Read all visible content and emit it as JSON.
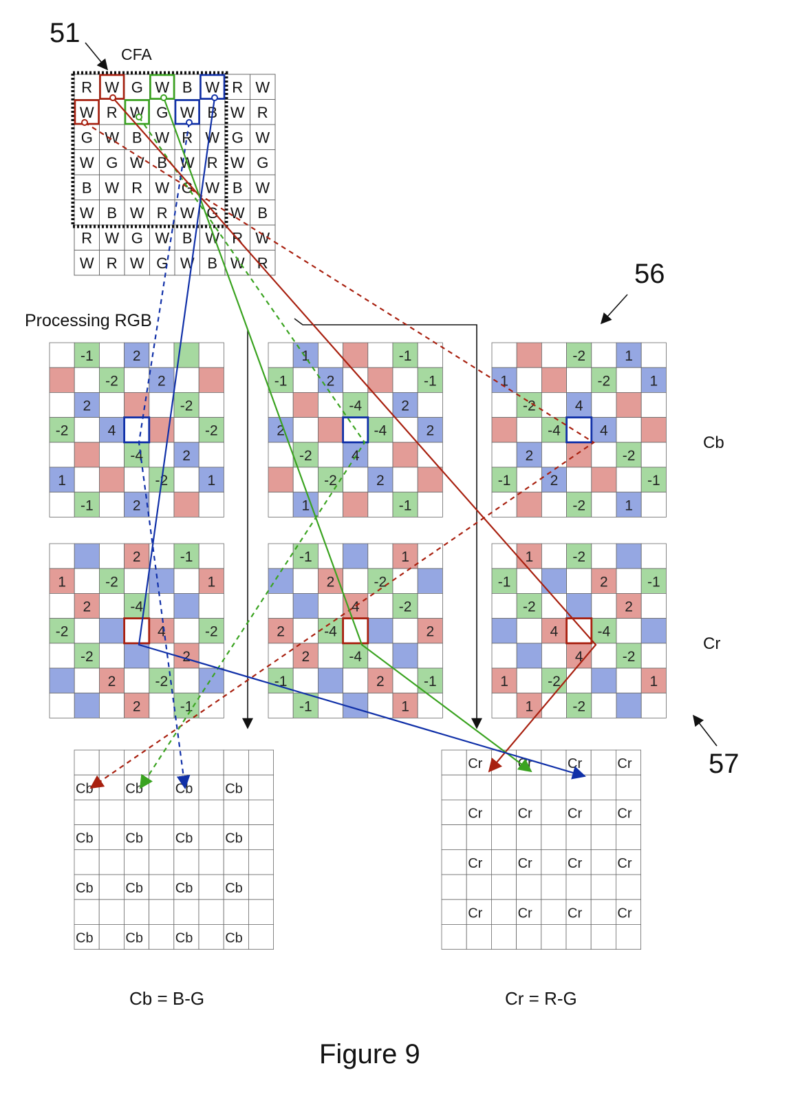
{
  "labels": {
    "ref_cfa": "51",
    "cfa_title": "CFA",
    "processing_title": "Processing RGB",
    "ref_matrices": "56",
    "ref_cr_matrices": "57",
    "row_label_cb": "Cb",
    "row_label_cr": "Cr",
    "cb_formula": "Cb = B-G",
    "cr_formula": "Cr = R-G",
    "figure_caption": "Figure 9"
  },
  "colors": {
    "red_fill": "#e39c97",
    "green_fill": "#a6d9a0",
    "blue_fill": "#95a7e2",
    "red_line": "#a8200f",
    "green_line": "#3aa320",
    "blue_line": "#1030a8",
    "grid_line": "#666666"
  },
  "cfa": {
    "rows": [
      [
        "R",
        "W",
        "G",
        "W",
        "B",
        "W",
        "R",
        "W"
      ],
      [
        "W",
        "R",
        "W",
        "G",
        "W",
        "B",
        "W",
        "R"
      ],
      [
        "G",
        "W",
        "B",
        "W",
        "R",
        "W",
        "G",
        "W"
      ],
      [
        "W",
        "G",
        "W",
        "B",
        "W",
        "R",
        "W",
        "G"
      ],
      [
        "B",
        "W",
        "R",
        "W",
        "G",
        "W",
        "B",
        "W"
      ],
      [
        "W",
        "B",
        "W",
        "R",
        "W",
        "G",
        "W",
        "B"
      ],
      [
        "R",
        "W",
        "G",
        "W",
        "B",
        "W",
        "R",
        "W"
      ],
      [
        "W",
        "R",
        "W",
        "G",
        "W",
        "B",
        "W",
        "R"
      ]
    ]
  },
  "matrices": {
    "cb_1": {
      "colors": [
        [
          "",
          "g",
          "",
          "b",
          "",
          "g",
          ""
        ],
        [
          "r",
          "",
          "g",
          "",
          "b",
          "",
          "r"
        ],
        [
          "",
          "b",
          "",
          "r",
          "",
          "g",
          ""
        ],
        [
          "g",
          "",
          "b",
          "",
          "r",
          "",
          "g"
        ],
        [
          "",
          "r",
          "",
          "g",
          "",
          "b",
          ""
        ],
        [
          "b",
          "",
          "r",
          "",
          "g",
          "",
          "b"
        ],
        [
          "",
          "g",
          "",
          "b",
          "",
          "r",
          ""
        ]
      ],
      "values": [
        [
          "",
          "-1",
          "",
          "2",
          "",
          "",
          ""
        ],
        [
          "",
          "",
          "-2",
          "",
          "2",
          "",
          ""
        ],
        [
          "",
          "2",
          "",
          "",
          "",
          "-2",
          ""
        ],
        [
          "-2",
          "",
          "4",
          "",
          "",
          "",
          "-2"
        ],
        [
          "",
          "",
          "",
          "-4",
          "",
          "2",
          ""
        ],
        [
          "1",
          "",
          "",
          "",
          "-2",
          "",
          "1"
        ],
        [
          "",
          "-1",
          "",
          "2",
          "",
          "",
          ""
        ]
      ]
    },
    "cb_2": {
      "colors": [
        [
          "",
          "b",
          "",
          "r",
          "",
          "g",
          ""
        ],
        [
          "g",
          "",
          "b",
          "",
          "r",
          "",
          "g"
        ],
        [
          "",
          "r",
          "",
          "g",
          "",
          "b",
          ""
        ],
        [
          "b",
          "",
          "r",
          "",
          "g",
          "",
          "b"
        ],
        [
          "",
          "g",
          "",
          "b",
          "",
          "r",
          ""
        ],
        [
          "r",
          "",
          "g",
          "",
          "b",
          "",
          "r"
        ],
        [
          "",
          "b",
          "",
          "r",
          "",
          "g",
          ""
        ]
      ],
      "values": [
        [
          "",
          "1",
          "",
          "",
          "",
          "-1",
          ""
        ],
        [
          "-1",
          "",
          "2",
          "",
          "",
          "",
          "-1"
        ],
        [
          "",
          "",
          "",
          "-4",
          "",
          "2",
          ""
        ],
        [
          "2",
          "",
          "",
          "",
          "-4",
          "",
          "2"
        ],
        [
          "",
          "-2",
          "",
          "4",
          "",
          "",
          ""
        ],
        [
          "",
          "",
          "-2",
          "",
          "2",
          "",
          ""
        ],
        [
          "",
          "1",
          "",
          "",
          "",
          "-1",
          ""
        ]
      ]
    },
    "cb_3": {
      "colors": [
        [
          "",
          "r",
          "",
          "g",
          "",
          "b",
          ""
        ],
        [
          "b",
          "",
          "r",
          "",
          "g",
          "",
          "b"
        ],
        [
          "",
          "g",
          "",
          "b",
          "",
          "r",
          ""
        ],
        [
          "r",
          "",
          "g",
          "",
          "b",
          "",
          "r"
        ],
        [
          "",
          "b",
          "",
          "r",
          "",
          "g",
          ""
        ],
        [
          "g",
          "",
          "b",
          "",
          "r",
          "",
          "g"
        ],
        [
          "",
          "r",
          "",
          "g",
          "",
          "b",
          ""
        ]
      ],
      "values": [
        [
          "",
          "",
          "",
          "-2",
          "",
          "1",
          ""
        ],
        [
          "1",
          "",
          "",
          "",
          "-2",
          "",
          "1"
        ],
        [
          "",
          "-2",
          "",
          "4",
          "",
          "",
          ""
        ],
        [
          "",
          "",
          "-4",
          "",
          "4",
          "",
          ""
        ],
        [
          "",
          "2",
          "",
          "",
          "",
          "-2",
          ""
        ],
        [
          "-1",
          "",
          "2",
          "",
          "",
          "",
          "-1"
        ],
        [
          "",
          "",
          "",
          "-2",
          "",
          "1",
          ""
        ]
      ]
    },
    "cr_1": {
      "colors": [
        [
          "",
          "b",
          "",
          "r",
          "",
          "g",
          ""
        ],
        [
          "r",
          "",
          "g",
          "",
          "b",
          "",
          "r"
        ],
        [
          "",
          "r",
          "",
          "g",
          "",
          "b",
          ""
        ],
        [
          "g",
          "",
          "b",
          "",
          "r",
          "",
          "g"
        ],
        [
          "",
          "g",
          "",
          "b",
          "",
          "r",
          ""
        ],
        [
          "b",
          "",
          "r",
          "",
          "g",
          "",
          "b"
        ],
        [
          "",
          "b",
          "",
          "r",
          "",
          "g",
          ""
        ]
      ],
      "values": [
        [
          "",
          "",
          "",
          "2",
          "",
          "-1",
          ""
        ],
        [
          "1",
          "",
          "-2",
          "",
          "",
          "",
          "1"
        ],
        [
          "",
          "2",
          "",
          "-4",
          "",
          "",
          ""
        ],
        [
          "-2",
          "",
          "",
          "",
          "4",
          "",
          "-2"
        ],
        [
          "",
          "-2",
          "",
          "",
          "",
          "2",
          ""
        ],
        [
          "",
          "",
          "2",
          "",
          "-2",
          "",
          ""
        ],
        [
          "",
          "",
          "",
          "2",
          "",
          "-1",
          ""
        ]
      ]
    },
    "cr_2": {
      "colors": [
        [
          "",
          "g",
          "",
          "b",
          "",
          "r",
          ""
        ],
        [
          "b",
          "",
          "r",
          "",
          "g",
          "",
          "b"
        ],
        [
          "",
          "b",
          "",
          "r",
          "",
          "g",
          ""
        ],
        [
          "r",
          "",
          "g",
          "",
          "b",
          "",
          "r"
        ],
        [
          "",
          "r",
          "",
          "g",
          "",
          "b",
          ""
        ],
        [
          "g",
          "",
          "b",
          "",
          "r",
          "",
          "g"
        ],
        [
          "",
          "g",
          "",
          "b",
          "",
          "r",
          ""
        ]
      ],
      "values": [
        [
          "",
          "-1",
          "",
          "",
          "",
          "1",
          ""
        ],
        [
          "",
          "",
          "2",
          "",
          "-2",
          "",
          ""
        ],
        [
          "",
          "",
          "",
          "4",
          "",
          "-2",
          ""
        ],
        [
          "2",
          "",
          "-4",
          "",
          "",
          "",
          "2"
        ],
        [
          "",
          "2",
          "",
          "-4",
          "",
          "",
          ""
        ],
        [
          "-1",
          "",
          "",
          "",
          "2",
          "",
          "-1"
        ],
        [
          "",
          "-1",
          "",
          "",
          "",
          "1",
          ""
        ]
      ]
    },
    "cr_3": {
      "colors": [
        [
          "",
          "r",
          "",
          "g",
          "",
          "b",
          ""
        ],
        [
          "g",
          "",
          "b",
          "",
          "r",
          "",
          "g"
        ],
        [
          "",
          "g",
          "",
          "b",
          "",
          "r",
          ""
        ],
        [
          "b",
          "",
          "r",
          "",
          "g",
          "",
          "b"
        ],
        [
          "",
          "b",
          "",
          "r",
          "",
          "g",
          ""
        ],
        [
          "r",
          "",
          "g",
          "",
          "b",
          "",
          "r"
        ],
        [
          "",
          "r",
          "",
          "g",
          "",
          "b",
          ""
        ]
      ],
      "values": [
        [
          "",
          "1",
          "",
          "-2",
          "",
          "",
          ""
        ],
        [
          "-1",
          "",
          "",
          "",
          "2",
          "",
          "-1"
        ],
        [
          "",
          "-2",
          "",
          "",
          "",
          "2",
          ""
        ],
        [
          "",
          "",
          "4",
          "",
          "-4",
          "",
          ""
        ],
        [
          "",
          "",
          "",
          "4",
          "",
          "-2",
          ""
        ],
        [
          "1",
          "",
          "-2",
          "",
          "",
          "",
          "1"
        ],
        [
          "",
          "1",
          "",
          "-2",
          "",
          "",
          ""
        ]
      ]
    }
  },
  "outputs": {
    "cb": {
      "cell_text": "Cb",
      "rows": [
        [
          "",
          "",
          "",
          "",
          "",
          "",
          "",
          ""
        ],
        [
          "Cb",
          "",
          "Cb",
          "",
          "Cb",
          "",
          "Cb",
          ""
        ],
        [
          "",
          "",
          "",
          "",
          "",
          "",
          "",
          ""
        ],
        [
          "Cb",
          "",
          "Cb",
          "",
          "Cb",
          "",
          "Cb",
          ""
        ],
        [
          "",
          "",
          "",
          "",
          "",
          "",
          "",
          ""
        ],
        [
          "Cb",
          "",
          "Cb",
          "",
          "Cb",
          "",
          "Cb",
          ""
        ],
        [
          "",
          "",
          "",
          "",
          "",
          "",
          "",
          ""
        ],
        [
          "Cb",
          "",
          "Cb",
          "",
          "Cb",
          "",
          "Cb",
          ""
        ]
      ]
    },
    "cr": {
      "cell_text": "Cr",
      "rows": [
        [
          "",
          "Cr",
          "",
          "Cr",
          "",
          "Cr",
          "",
          "Cr"
        ],
        [
          "",
          "",
          "",
          "",
          "",
          "",
          "",
          ""
        ],
        [
          "",
          "Cr",
          "",
          "Cr",
          "",
          "Cr",
          "",
          "Cr"
        ],
        [
          "",
          "",
          "",
          "",
          "",
          "",
          "",
          ""
        ],
        [
          "",
          "Cr",
          "",
          "Cr",
          "",
          "Cr",
          "",
          "Cr"
        ],
        [
          "",
          "",
          "",
          "",
          "",
          "",
          "",
          ""
        ],
        [
          "",
          "Cr",
          "",
          "Cr",
          "",
          "Cr",
          "",
          "Cr"
        ],
        [
          "",
          "",
          "",
          "",
          "",
          "",
          "",
          ""
        ]
      ]
    }
  }
}
